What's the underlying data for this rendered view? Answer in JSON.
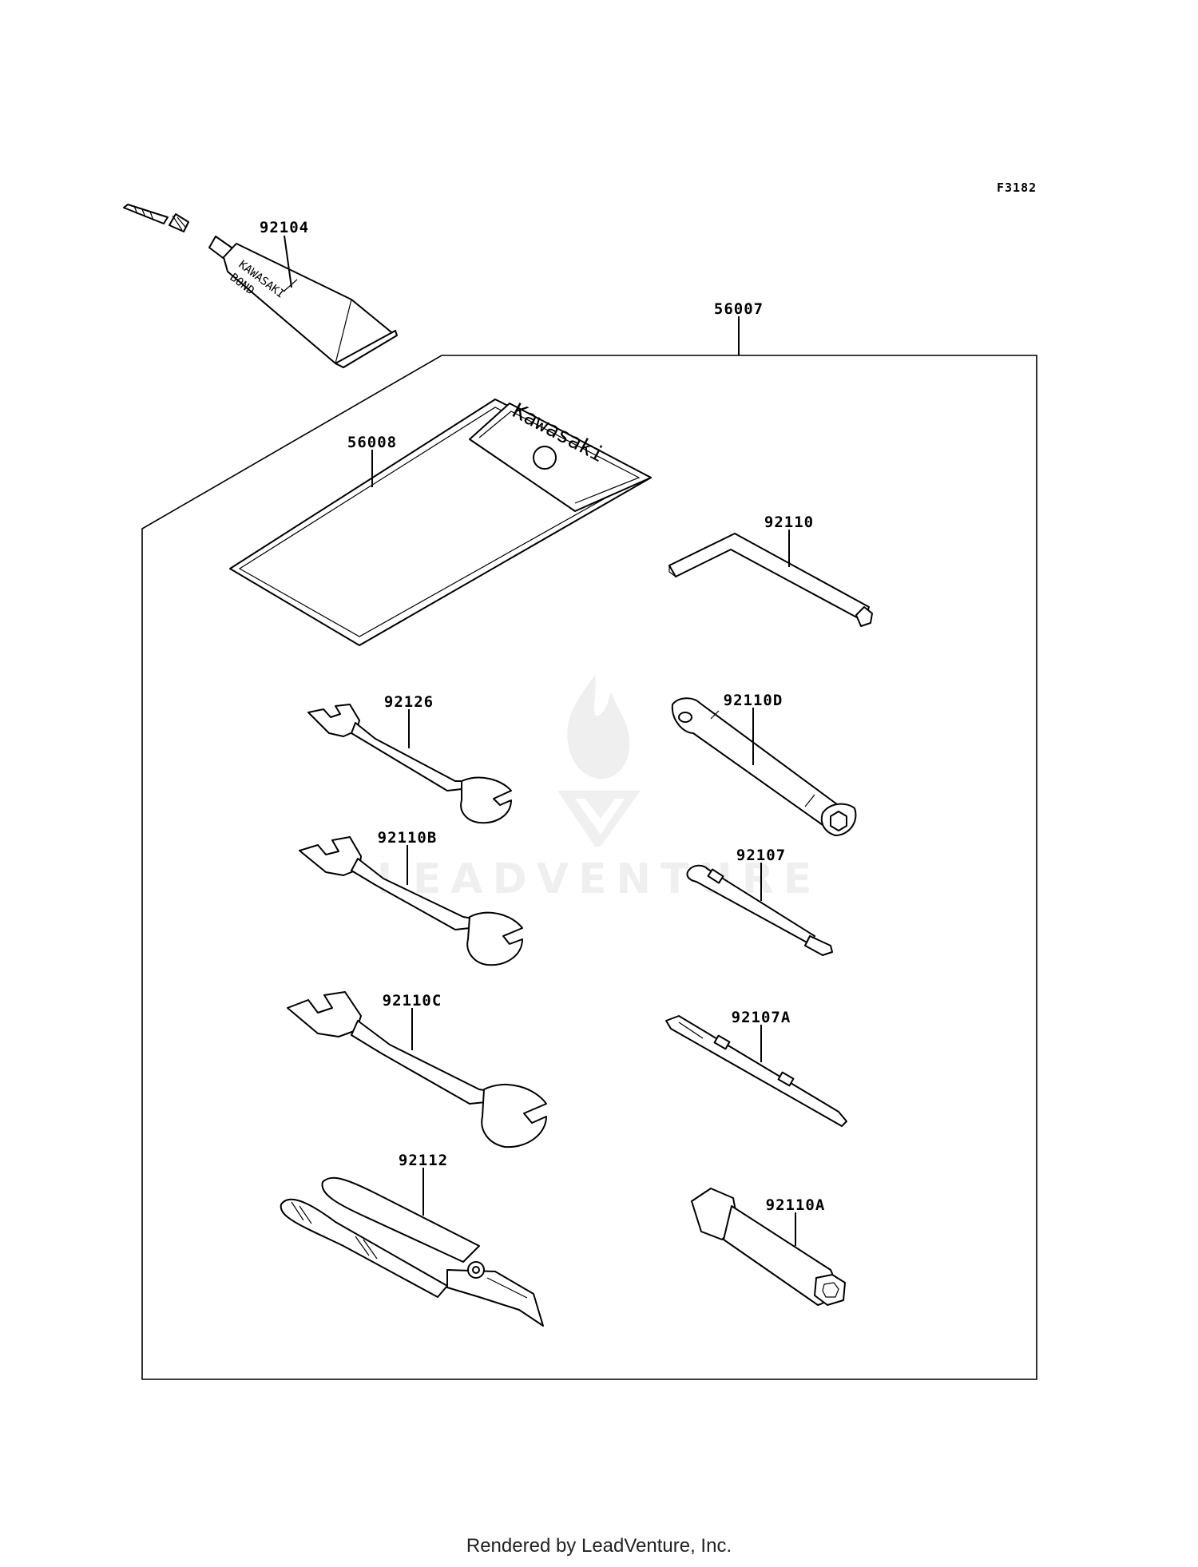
{
  "diagram": {
    "ref_code": "F3182",
    "kit_label": "56007",
    "parts": [
      {
        "id": "bond",
        "number": "92104",
        "print": [
          "KAWASAKI",
          "BOND"
        ]
      },
      {
        "id": "case",
        "number": "56008",
        "print": [
          "Kawasaki"
        ]
      },
      {
        "id": "hex-wrench",
        "number": "92110"
      },
      {
        "id": "wrench-small",
        "number": "92126"
      },
      {
        "id": "plug-wrench",
        "number": "92110D"
      },
      {
        "id": "wrench-medium",
        "number": "92110B"
      },
      {
        "id": "screwdriver-phillips",
        "number": "92107"
      },
      {
        "id": "wrench-large",
        "number": "92110C"
      },
      {
        "id": "screwdriver-combo",
        "number": "92107A"
      },
      {
        "id": "pliers",
        "number": "92112"
      },
      {
        "id": "box-wrench",
        "number": "92110A"
      }
    ]
  },
  "watermark": {
    "text": "LEADVENTURE"
  },
  "footer": {
    "text": "Rendered by LeadVenture, Inc."
  },
  "icons": [
    "flame-logo-icon",
    "v-logo-icon"
  ]
}
